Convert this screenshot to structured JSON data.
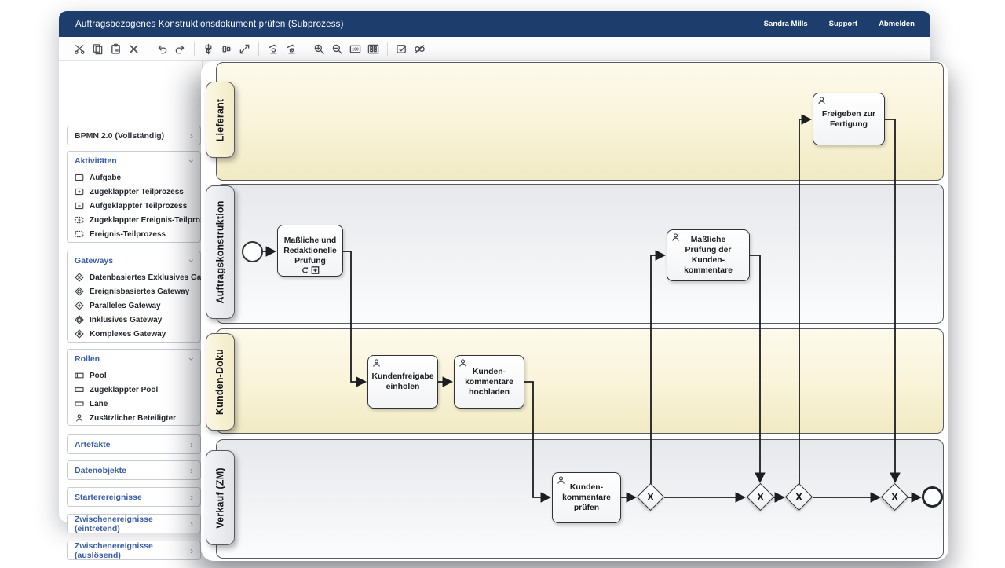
{
  "titlebar": {
    "title": "Auftragsbezogenes Konstruktionsdokument prüfen (Subprozess)",
    "user": "Sandra Mills",
    "support": "Support",
    "logout": "Abmelden"
  },
  "toolbar": {
    "icons": [
      "cut",
      "copy",
      "paste",
      "delete",
      "undo",
      "redo",
      "align-middle",
      "align-center",
      "fit-to-size",
      "add-docker",
      "remove-docker",
      "zoom-in",
      "zoom-out",
      "zoom-100",
      "zoom-fit",
      "validate",
      "unlink"
    ],
    "zoom_100_label": "100"
  },
  "sidebar": {
    "root_label": "BPMN 2.0 (Vollständig)",
    "activities": {
      "label": "Aktivitäten",
      "items": [
        "Aufgabe",
        "Zugeklappter Teilprozess",
        "Aufgeklappter Teilprozess",
        "Zugeklappter Ereignis-Teilprozess",
        "Ereignis-Teilprozess"
      ]
    },
    "gateways": {
      "label": "Gateways",
      "items": [
        "Datenbasiertes Exklusives Gateway",
        "Ereignisbasiertes Gateway",
        "Paralleles Gateway",
        "Inklusives Gateway",
        "Komplexes Gateway"
      ]
    },
    "roles": {
      "label": "Rollen",
      "items": [
        "Pool",
        "Zugeklappter Pool",
        "Lane",
        "Zusätzlicher Beteiligter"
      ]
    },
    "collapsed": [
      "Artefakte",
      "Datenobjekte",
      "Starterereignisse",
      "Zwischenereignisse (eintretend)",
      "Zwischenereignisse (auslösend)"
    ]
  },
  "diagram": {
    "lanes": [
      "Lieferant",
      "Auftragskonstruktion",
      "Kunden-Doku",
      "Verkauf (ZM)"
    ],
    "tasks": {
      "masslich_redaktionell": "Maßliche und Redaktionelle Prüfung",
      "kundenfreigabe": "Kundenfreigabe einholen",
      "hochladen": "Kunden-kommentare hochladen",
      "pruefen": "Kunden-kommentare prüfen",
      "masslich_kommentare": "Maßliche Prüfung der Kunden-kommentare",
      "freigeben": "Freigeben zur Fertigung"
    },
    "gateway_label": "X"
  },
  "colors": {
    "titlebar": "#1d3e6d",
    "section_header": "#3a5da8",
    "lane_cream": "#f8f2d6",
    "lane_gray": "#e9ebee"
  }
}
